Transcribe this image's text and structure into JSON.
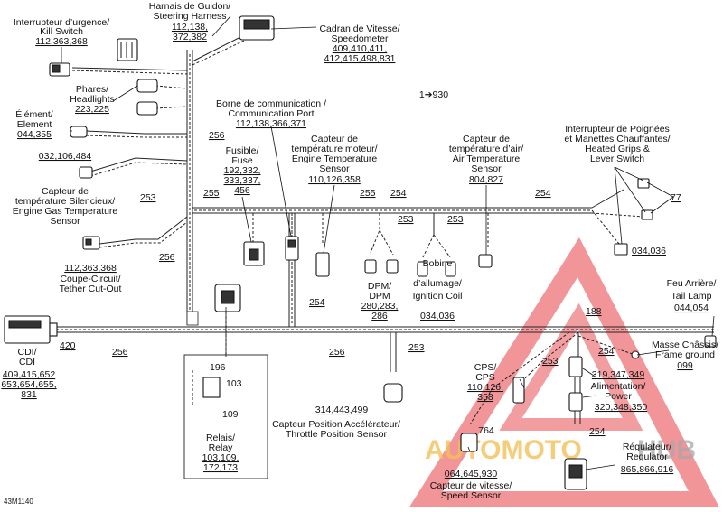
{
  "diagram": {
    "code": "43M1140",
    "page_ref": "1➔930",
    "colors": {
      "wire": "#222222",
      "watermark_red": "#e21b23",
      "watermark_gold": "#f2b53a",
      "watermark_gray": "#999999"
    },
    "watermark": {
      "text_left": "AUTOMOTO",
      "text_right": "HUB"
    },
    "components": {
      "kill_switch": {
        "label1": "Interrupteur d’urgence/",
        "label2": "Kill Switch",
        "refs": "112,363,368"
      },
      "steering_harness": {
        "label1": "Harnais de Guidon/",
        "label2": "Steering Harness",
        "refs1": "112,138,",
        "refs2": "372,382"
      },
      "speedometer": {
        "label1": "Cadran de Vitesse/",
        "label2": "Speedometer",
        "refs1": "409,410,411,",
        "refs2": "412,415,498,831"
      },
      "headlights": {
        "label1": "Phares/",
        "label2": "Headlights",
        "refs": "223,225"
      },
      "element": {
        "label1": "Élément/",
        "label2": "Element",
        "refs": "044,355"
      },
      "comm_port": {
        "label1": "Borne de communication /",
        "label2": "Communication Port",
        "refs": "112,138,366,371"
      },
      "engine_temp": {
        "label1": "Capteur de",
        "label2": "température moteur/",
        "label3": "Engine Temperature",
        "label4": "Sensor",
        "refs": "110,126,358"
      },
      "air_temp": {
        "label1": "Capteur de",
        "label2": "température d’air/",
        "label3": "Air Temperature",
        "label4": "Sensor",
        "refs": "804,827"
      },
      "heated_grips": {
        "label1": "Interrupteur de Poignées",
        "label2": "et Manettes Chauffantes/",
        "label3": "Heated Grips &",
        "label4": "Lever Switch",
        "refs": "034,036"
      },
      "fuse": {
        "label1": "Fusible/",
        "label2": "Fuse",
        "refs1": "192,332,",
        "refs2": "333,337,",
        "refs3": "456"
      },
      "gas_temp": {
        "refs": "032,106,484",
        "label1": "Capteur de",
        "label2": "température Silencieux/",
        "label3": "Engine Gas Temperature",
        "label4": "Sensor"
      },
      "tether": {
        "refs": "112,363,368",
        "label1": "Coupe-Circuit/",
        "label2": "Tether Cut-Out"
      },
      "dpm": {
        "label1": "DPM/",
        "label2": "DPM",
        "refs1": "280,283,",
        "refs2": "286"
      },
      "ignition_coil": {
        "label1": "Bobine",
        "label2": "d’allumage/",
        "label3": "Ignition Coil",
        "refs": "034,036"
      },
      "tail_lamp": {
        "label1": "Feu Arrière/",
        "label2": "Tail Lamp",
        "refs": "044,054"
      },
      "frame_ground": {
        "label1": "Masse Châssis/",
        "label2": "Frame ground",
        "refs": "099"
      },
      "cdi": {
        "label1": "CDI/",
        "label2": "CDI",
        "refs1": "409,415,652",
        "refs2": "653,654,655,",
        "refs3": "831"
      },
      "relay": {
        "label1": "Relais/",
        "label2": "Relay",
        "refs1": "103,109,",
        "refs2": "172,173",
        "pin1": "196",
        "pin2": "103",
        "pin3": "109"
      },
      "tps": {
        "refs": "314,443,499",
        "label1": "Capteur Position Accélérateur/",
        "label2": "Throttle Position Sensor"
      },
      "cps": {
        "label1": "CPS/",
        "label2": "CPS",
        "refs1": "110,126,",
        "refs2": "358"
      },
      "power": {
        "refs_top": "319,347,349",
        "label1": "Alimentation/",
        "label2": "Power",
        "refs_bottom": "320,348,350"
      },
      "speed_sensor": {
        "refs": "064,645,930",
        "label1": "Capteur de vitesse/",
        "label2": "Speed Sensor",
        "pin": "764"
      },
      "regulator": {
        "label1": "Régulateur/",
        "label2": "Regulator",
        "refs": "865,866,916"
      }
    },
    "wire_numbers": {
      "w256_top": "256",
      "w253_left": "253",
      "w255": "255",
      "w255b": "255",
      "w254_top": "254",
      "w254_right": "254",
      "w253_mid1": "253",
      "w253_mid2": "253",
      "w77": "77",
      "w256_left": "256",
      "w254_mid": "254",
      "w420": "420",
      "w256_bottom_left": "256",
      "w256_bottom": "256",
      "w253_bottom": "253",
      "w188": "188",
      "w254_ground": "254",
      "w253_cps": "253",
      "w254_reg": "254"
    }
  }
}
